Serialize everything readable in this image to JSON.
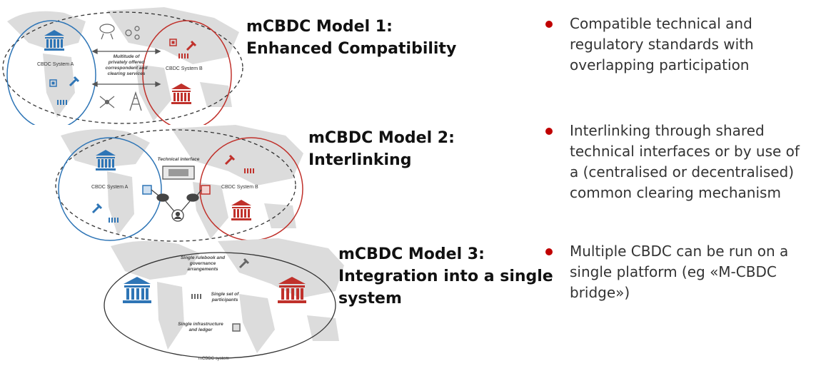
{
  "models": [
    {
      "title_line1": "mCBDC Model 1:",
      "title_line2": "Enhanced Compatibility",
      "bullet": [
        "Compatible technical and",
        "regulatory standards with",
        "overlapping participation"
      ],
      "diagram": {
        "system_a": "CBDC System A",
        "system_b": "CBDC System B",
        "middle_note": [
          "Multitude of",
          "privately offered",
          "correspondent and",
          "clearing services"
        ]
      }
    },
    {
      "title_line1": "mCBDC Model 2:",
      "title_line2": "Interlinking",
      "bullet": [
        "Interlinking through shared",
        "technical interfaces or by use of",
        "a (centralised or decentralised)",
        "common clearing mechanism"
      ],
      "diagram": {
        "system_a": "CBDC System A",
        "system_b": "CBDC System B",
        "interface_label": "Technical interface"
      }
    },
    {
      "title_line1": "mCBDC Model 3:",
      "title_line2": "Integration into a single",
      "title_line3": "system",
      "bullet": [
        "Multiple CBDC can be run on a",
        "single platform (eg «M-CBDC",
        "bridge»)"
      ],
      "diagram": {
        "note_rulebook": [
          "Single rulebook and",
          "governance",
          "arrangements"
        ],
        "note_participants": [
          "Single set of",
          "participants"
        ],
        "note_infrastructure": [
          "Single infrastructure",
          "and ledger"
        ],
        "footer": "mCBDC system"
      }
    }
  ],
  "colors": {
    "blue": "#2e75b6",
    "red": "#c0312b",
    "bullet": "#c00000",
    "map": "#d9d9d9"
  }
}
